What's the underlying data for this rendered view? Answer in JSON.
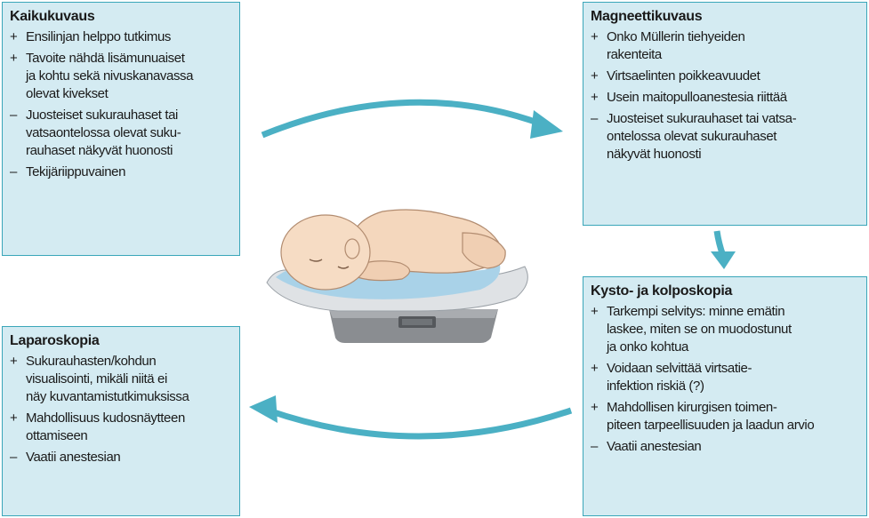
{
  "colors": {
    "box_fill": "#d4ebf2",
    "box_border": "#3aa6b9",
    "arrow": "#4bb0c4"
  },
  "boxes": {
    "kaikukuvaus": {
      "title": "Kaikukuvaus",
      "items": [
        {
          "sym": "+",
          "text": "Ensilinjan helppo tutkimus"
        },
        {
          "sym": "+",
          "text": "Tavoite nähdä lisämunuaiset\nja kohtu sekä nivuskanavassa\nolevat kivekset"
        },
        {
          "sym": "–",
          "text": "Juosteiset sukurauhaset tai\nvatsaontelossa olevat suku-\nrauhaset näkyvät huonosti"
        },
        {
          "sym": "–",
          "text": "Tekijäriippuvainen"
        }
      ]
    },
    "magneettikuvaus": {
      "title": "Magneettikuvaus",
      "items": [
        {
          "sym": "+",
          "text": "Onko Müllerin tiehyeiden\nrakenteita"
        },
        {
          "sym": "+",
          "text": "Virtsaelinten poikkeavuudet"
        },
        {
          "sym": "+",
          "text": "Usein maitopulloanestesia riittää"
        },
        {
          "sym": "–",
          "text": "Juosteiset sukurauhaset tai vatsa-\nontelossa olevat sukurauhaset\nnäkyvät huonosti"
        }
      ]
    },
    "laparoskopia": {
      "title": "Laparoskopia",
      "items": [
        {
          "sym": "+",
          "text": "Sukurauhasten/kohdun\nvisualisointi, mikäli niitä ei\nnäy kuvantamistutkimuksissa"
        },
        {
          "sym": "+",
          "text": "Mahdollisuus kudosnäytteen\nottamiseen"
        },
        {
          "sym": "–",
          "text": "Vaatii anestesian"
        }
      ]
    },
    "kystoskopia": {
      "title": "Kysto- ja kolposkopia",
      "items": [
        {
          "sym": "+",
          "text": "Tarkempi selvitys: minne emätin\nlaskee, miten se on muodostunut\nja onko kohtua"
        },
        {
          "sym": "+",
          "text": "Voidaan selvittää virtsatie-\ninfektion riskiä (?)"
        },
        {
          "sym": "+",
          "text": "Mahdollisen kirurgisen toimen-\npiteen tarpeellisuuden ja laadun arvio"
        },
        {
          "sym": "–",
          "text": "Vaatii anestesian"
        }
      ]
    }
  }
}
